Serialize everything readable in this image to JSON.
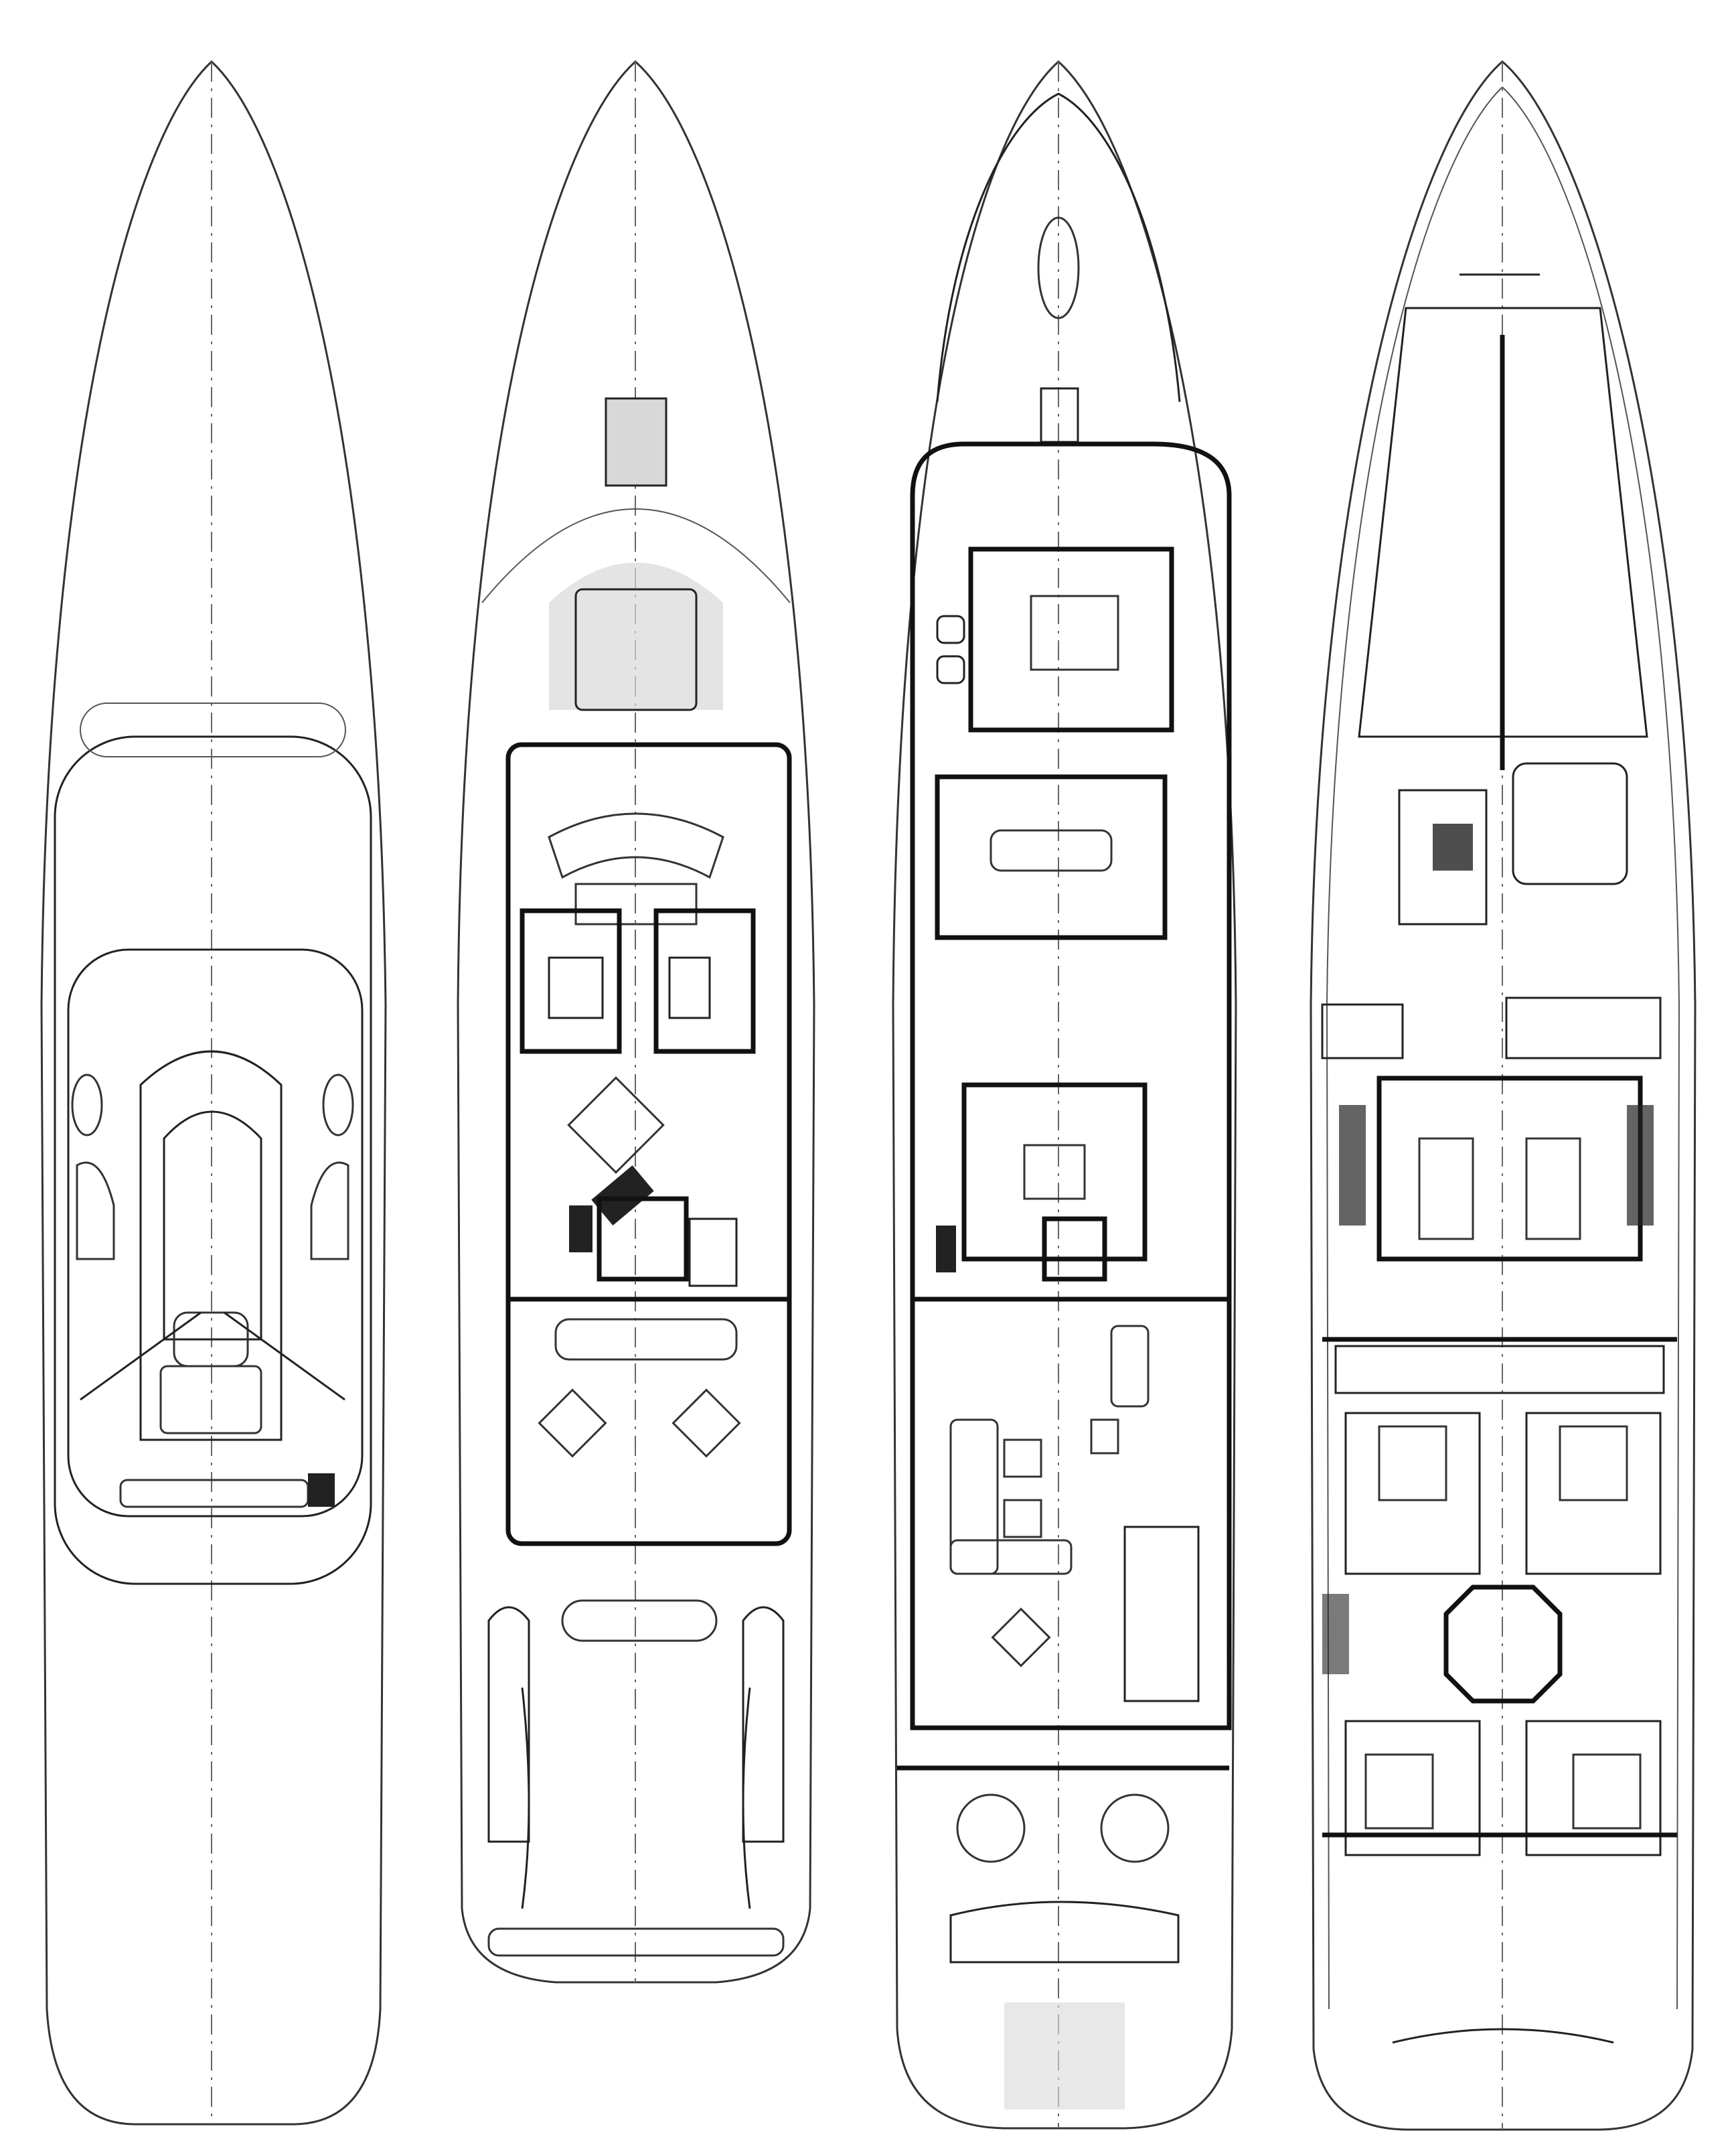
{
  "drawing": {
    "decks": [
      {
        "id": "sun-deck"
      },
      {
        "id": "bridge-deck"
      },
      {
        "id": "main-deck"
      },
      {
        "id": "lower-deck"
      }
    ],
    "colors": {
      "line": "#222222",
      "background": "#ffffff",
      "shading": "#d8d8d8"
    }
  }
}
